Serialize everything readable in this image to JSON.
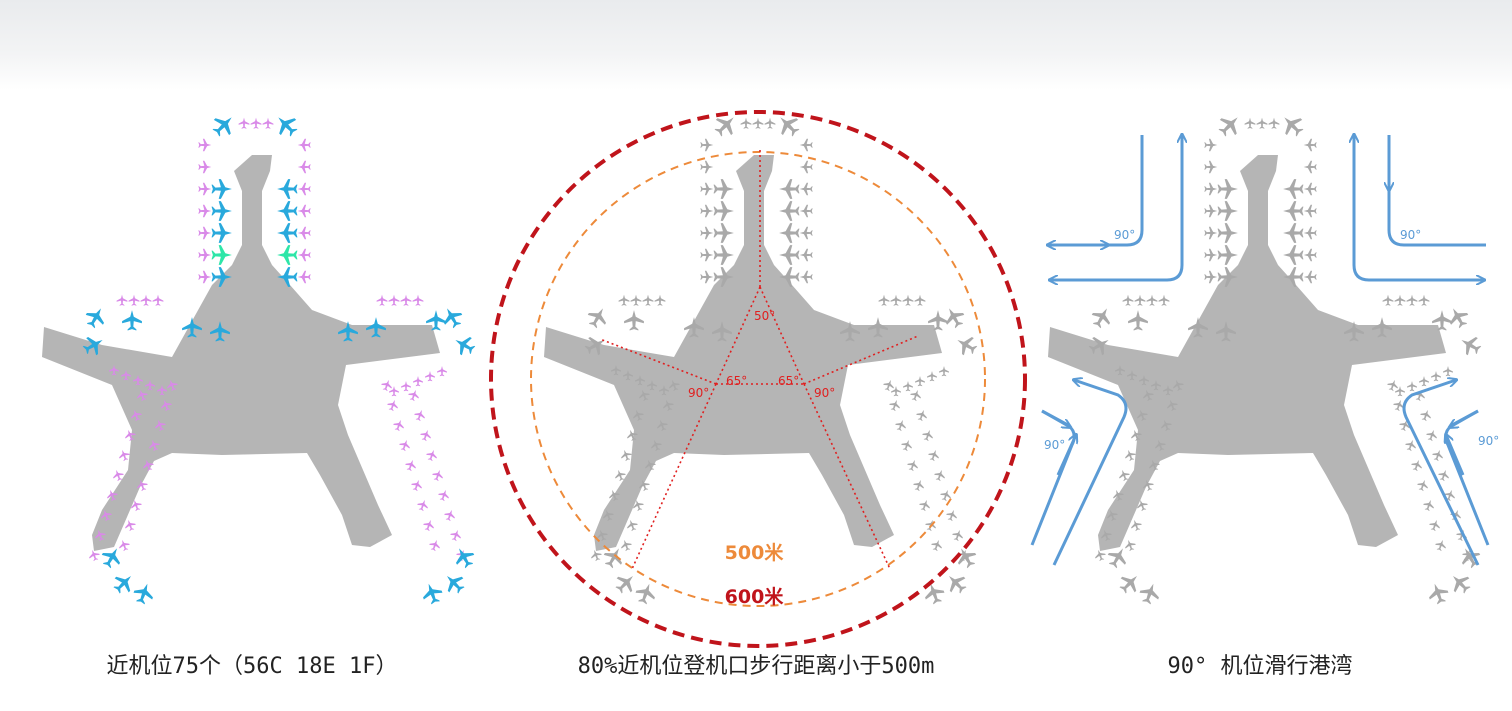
{
  "colors": {
    "terminal": "#b5b5b5",
    "plane_grey": "#a9a9a9",
    "contact_c": "#29a9dc",
    "contact_e": "#29a9dc",
    "contact_f": "#2ee6a8",
    "remote": "#d98ae8",
    "radius_500": "#ed8a3a",
    "radius_600": "#c0141b",
    "measure": "#e02020",
    "taxi_arrow": "#5b9bd5"
  },
  "icons": [
    "airplane-icon"
  ],
  "panels": [
    {
      "caption": "近机位75个（56C 18E 1F）"
    },
    {
      "caption": "80%近机位登机口步行距离小于500m",
      "circle_500_label": "500米",
      "circle_600_label": "600米",
      "angle_top": "50°",
      "angle_left": "65°",
      "angle_right": "65°",
      "angle_left_outer": "90°",
      "angle_right_outer": "90°"
    },
    {
      "caption": "90° 机位滑行港湾",
      "angle_label": "90°"
    }
  ]
}
